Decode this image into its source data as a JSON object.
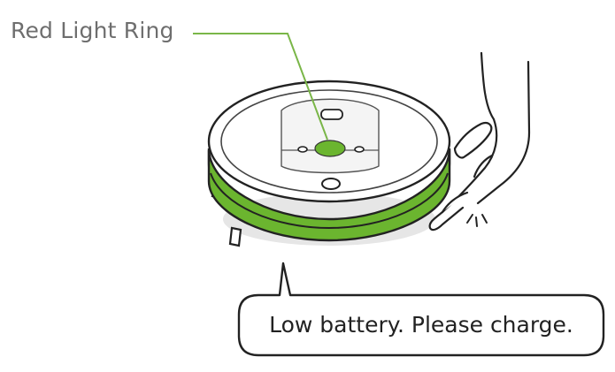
{
  "callout": {
    "label": "Red Light Ring"
  },
  "speech_bubble": {
    "message": "Low battery. Please charge."
  },
  "colors": {
    "accent_green": "#6bb52f",
    "line_green": "#7ab648",
    "outline": "#222222",
    "label_gray": "#6e6e6e",
    "shadow_gray": "#e6e6e6",
    "panel_gray": "#f4f4f4"
  },
  "icons": [
    "robot-vacuum-illustration",
    "hand-icon",
    "speech-bubble"
  ]
}
